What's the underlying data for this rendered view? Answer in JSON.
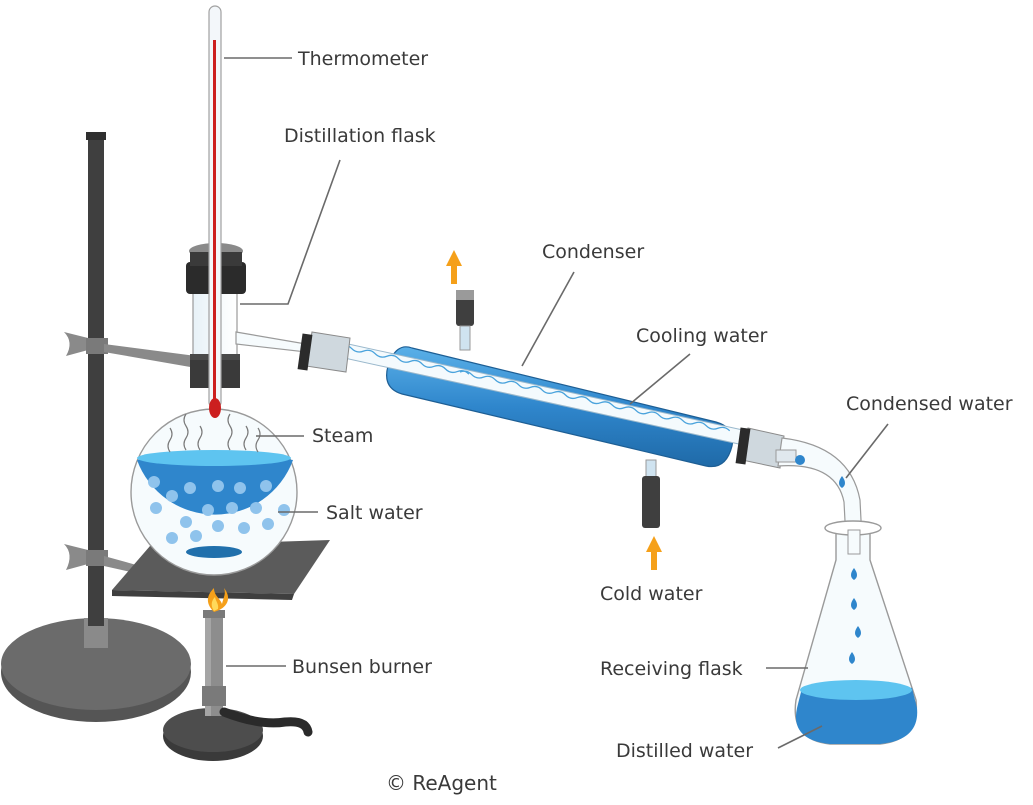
{
  "labels": {
    "thermometer": "Thermometer",
    "distillation_flask": "Distillation flask",
    "condenser": "Condenser",
    "cooling_water": "Cooling water",
    "condensed_water": "Condensed water",
    "steam": "Steam",
    "salt_water": "Salt water",
    "cold_water": "Cold water",
    "bunsen_burner": "Bunsen burner",
    "receiving_flask": "Receiving flask",
    "distilled_water": "Distilled water"
  },
  "copyright": "© ReAgent",
  "colors": {
    "water_blue": "#2f86cc",
    "water_light": "#5ec4f0",
    "stand_dark": "#3f3f3f",
    "arrow_orange": "#f5a01a",
    "thermometer_red": "#cc1f1f"
  }
}
